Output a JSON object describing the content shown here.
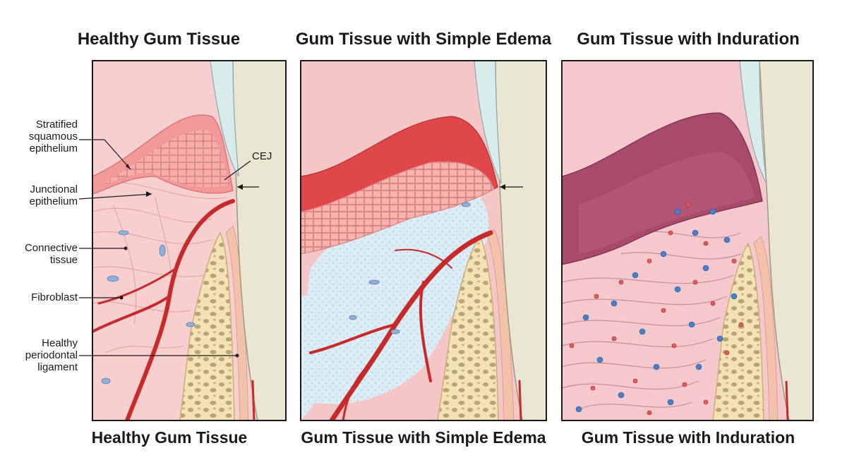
{
  "panels": [
    {
      "title": "Healthy Gum Tissue",
      "caption": "Healthy Gum Tissue"
    },
    {
      "title": "Gum Tissue with Simple Edema",
      "caption": "Gum Tissue with Simple Edema"
    },
    {
      "title": "Gum Tissue with Induration",
      "caption": "Gum Tissue with Induration"
    }
  ],
  "labels": {
    "stratified": "Stratified squamous epithelium",
    "junctional": "Junctional epithelium",
    "connective": "Connective tissue",
    "fibroblast": "Fibroblast",
    "ligament": "Healthy periodontal ligament",
    "cej": "CEJ"
  },
  "colors": {
    "epithelium": "#f29a9a",
    "epithelium_edema": "#e0474a",
    "epithelium_indurated": "#a84a6c",
    "connective": "#f7cfcf",
    "edema_fluid": "#dcecf5",
    "bone": "#f3e2b2",
    "bone_pores": "#b8a478",
    "tooth": "#e9e7d2",
    "enamel": "#d8ecec",
    "vessel": "#c62b2b",
    "lymphocyte": "#4a7fc8",
    "frame": "#1a1a1a"
  }
}
